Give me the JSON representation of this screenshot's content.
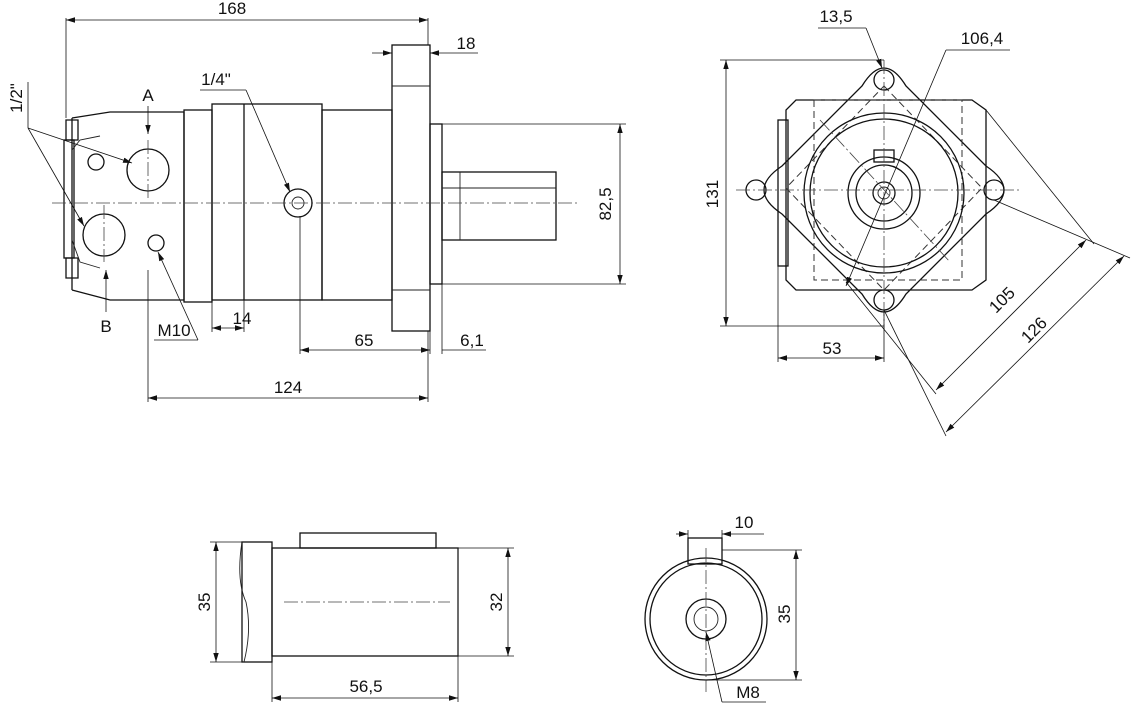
{
  "side_view": {
    "overall_length": "168",
    "flange_thickness": "18",
    "port_thread_main": "1/2\"",
    "port_a": "A",
    "port_b": "B",
    "drain_port": "1/4\"",
    "mount_thread": "M10",
    "band_width": "14",
    "shaft_len": "65",
    "shaft_step": "6,1",
    "body_len": "124",
    "pilot_dia": "82,5"
  },
  "front_view": {
    "hole_dia": "13,5",
    "bolt_circle": "106,4",
    "height": "131",
    "offset": "53",
    "diag_inner": "105",
    "diag_outer": "126"
  },
  "shaft_view": {
    "outer_dia": "35",
    "inner_dia": "32",
    "length": "56,5"
  },
  "shaft_end_view": {
    "key_width": "10",
    "diameter": "35",
    "center_thread": "M8"
  }
}
